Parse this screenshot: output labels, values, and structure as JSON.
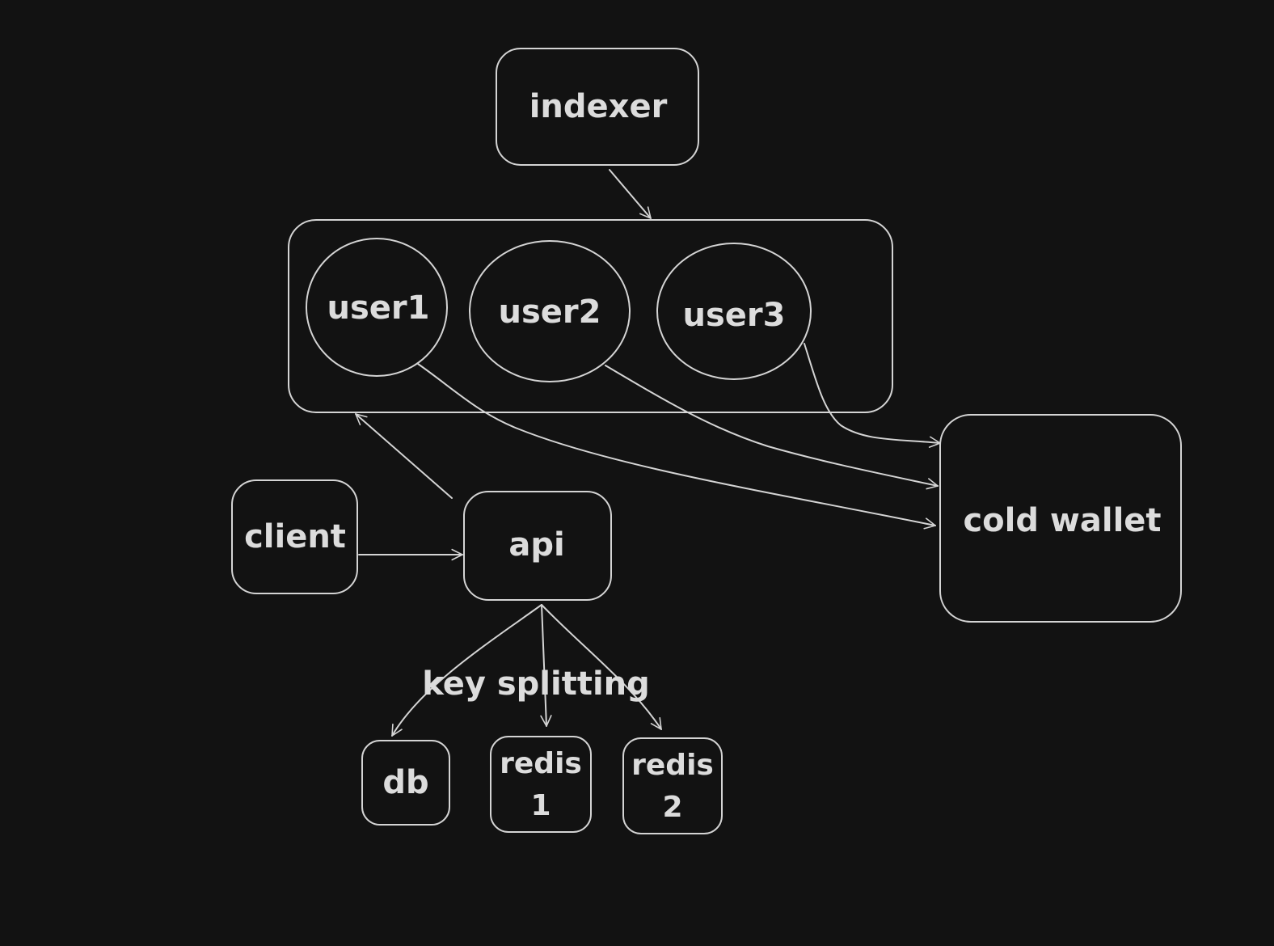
{
  "nodes": {
    "indexer": "indexer",
    "user1": "user1",
    "user2": "user2",
    "user3": "user3",
    "client": "client",
    "api": "api",
    "cold_wallet": "cold wallet",
    "db": "db",
    "redis1_line1": "redis",
    "redis1_line2": "1",
    "redis2_line1": "redis",
    "redis2_line2": "2"
  },
  "edge_labels": {
    "key_splitting": "key splitting"
  },
  "colors": {
    "background": "#121212",
    "stroke": "#d4d4d4",
    "text": "#dcdcdc"
  }
}
